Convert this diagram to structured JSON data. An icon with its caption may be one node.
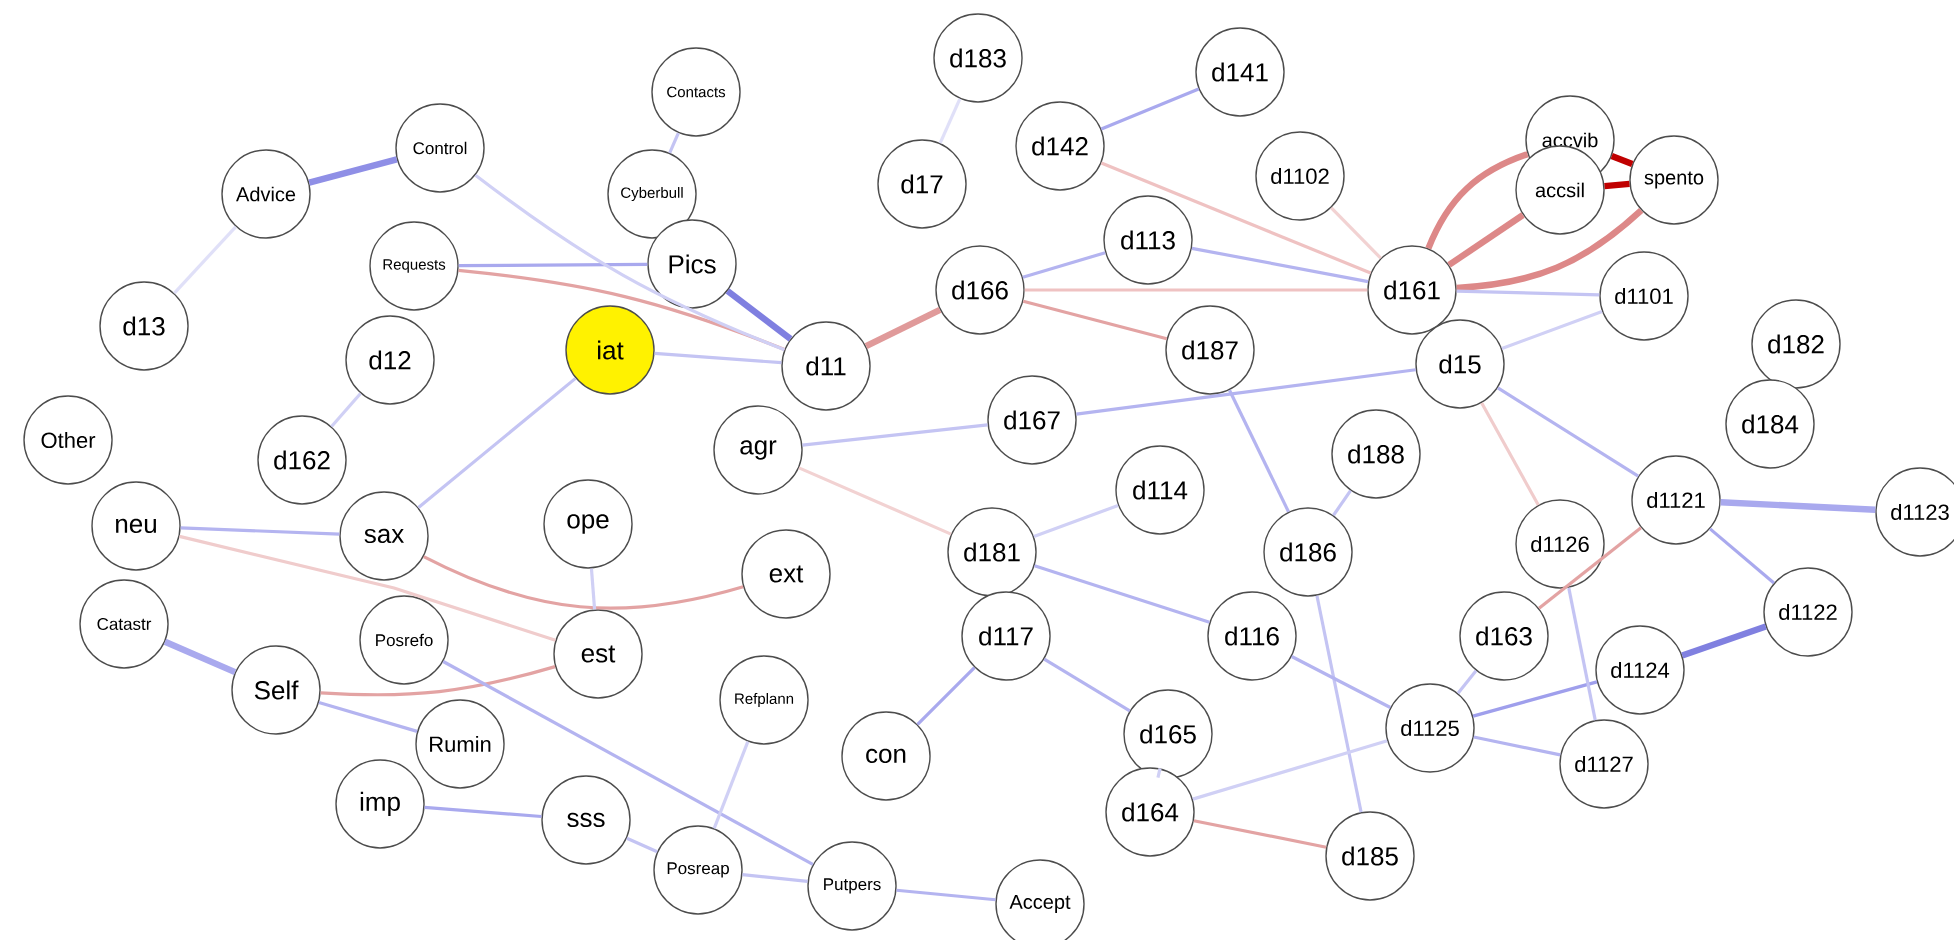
{
  "diagram": {
    "nodes": [
      {
        "text": [
          "Advice"
        ]
      },
      {
        "text": [
          "Control"
        ]
      },
      {
        "text": [
          "Contacts"
        ]
      },
      {
        "text": [
          "Cyberbull"
        ]
      },
      {
        "text": [
          "Requests"
        ]
      },
      {
        "text": [
          "Pics"
        ]
      },
      {
        "text": [
          "iat"
        ]
      },
      {
        "text": [
          "d11"
        ]
      },
      {
        "text": [
          "d13"
        ]
      },
      {
        "text": [
          "d12"
        ]
      },
      {
        "text": [
          "Other"
        ]
      },
      {
        "text": [
          "d162"
        ]
      },
      {
        "text": [
          "agr"
        ]
      },
      {
        "text": [
          "neu"
        ]
      },
      {
        "text": [
          "sax"
        ]
      },
      {
        "text": [
          "ope"
        ]
      },
      {
        "text": [
          "ext"
        ]
      },
      {
        "text": [
          "Catastr"
        ]
      },
      {
        "text": [
          "Posrefo"
        ]
      },
      {
        "text": [
          "est"
        ]
      },
      {
        "text": [
          "Self"
        ]
      },
      {
        "text": [
          "Refplann"
        ]
      },
      {
        "text": [
          "con"
        ]
      },
      {
        "text": [
          "Rumin"
        ]
      },
      {
        "text": [
          "imp"
        ]
      },
      {
        "text": [
          "sss"
        ]
      },
      {
        "text": [
          "Posreap"
        ]
      },
      {
        "text": [
          "Putpers"
        ]
      },
      {
        "text": [
          "Accept"
        ]
      },
      {
        "text": [
          "d183"
        ]
      },
      {
        "text": [
          "d141"
        ]
      },
      {
        "text": [
          "d142"
        ]
      },
      {
        "text": [
          "d17"
        ]
      },
      {
        "text": [
          "d1102"
        ]
      },
      {
        "text": [
          "d113"
        ]
      },
      {
        "text": [
          "d166"
        ]
      },
      {
        "text": [
          "d161"
        ]
      },
      {
        "text": [
          "accvib"
        ]
      },
      {
        "text": [
          "accsil"
        ]
      },
      {
        "text": [
          "spento"
        ]
      },
      {
        "text": [
          "d1101"
        ]
      },
      {
        "text": [
          "d187"
        ]
      },
      {
        "text": [
          "d15"
        ]
      },
      {
        "text": [
          "d182"
        ]
      },
      {
        "text": [
          "d167"
        ]
      },
      {
        "text": [
          "d188"
        ]
      },
      {
        "text": [
          "d184"
        ]
      },
      {
        "text": [
          "d114"
        ]
      },
      {
        "text": [
          "d1121"
        ]
      },
      {
        "text": [
          "d1123"
        ]
      },
      {
        "text": [
          "d181"
        ]
      },
      {
        "text": [
          "d186"
        ]
      },
      {
        "text": [
          "d1126"
        ]
      },
      {
        "text": [
          "d117"
        ]
      },
      {
        "text": [
          "d116"
        ]
      },
      {
        "text": [
          "d163"
        ]
      },
      {
        "text": [
          "d1122"
        ]
      },
      {
        "text": [
          "d1124"
        ]
      },
      {
        "text": [
          "d165"
        ]
      },
      {
        "text": [
          "d1125"
        ]
      },
      {
        "text": [
          "d1127"
        ]
      },
      {
        "text": [
          "d164"
        ]
      },
      {
        "text": [
          "d185"
        ]
      }
    ],
    "edges": [
      {
        "from": 0,
        "to": 1,
        "arrow": "none",
        "style": "thick",
        "color": "#8f8fe6"
      },
      {
        "from": 4,
        "to": 5,
        "arrow": "none",
        "color": "#a9a9ee"
      },
      {
        "from": 5,
        "to": 7,
        "arrow": "none",
        "style": "thick",
        "color": "#7f7fe0"
      },
      {
        "from": 4,
        "to": 7,
        "arrow": "none",
        "color": "#e3a3a3"
      },
      {
        "from": 6,
        "to": 7,
        "arrow": "none",
        "color": "#c4c4f3"
      },
      {
        "from": 2,
        "to": 3,
        "arrow": "none",
        "color": "#c4c4f3"
      },
      {
        "from": 1,
        "to": 7,
        "arrow": "none",
        "color": "#d0d0f5"
      },
      {
        "from": 7,
        "to": 35,
        "arrow": "none",
        "style": "thick",
        "color": "#e09a9a"
      },
      {
        "from": 35,
        "to": 36,
        "arrow": "none",
        "color": "#efc2c2"
      },
      {
        "from": 31,
        "to": 30,
        "arrow": "none",
        "color": "#a9a9ee"
      },
      {
        "from": 34,
        "to": 36,
        "arrow": "none",
        "color": "#b4b4f0"
      },
      {
        "from": 35,
        "to": 34,
        "arrow": "none",
        "color": "#b4b4f0"
      },
      {
        "from": 35,
        "to": 41,
        "arrow": "none",
        "color": "#e3a3a3"
      },
      {
        "from": 31,
        "to": 36,
        "arrow": "none",
        "color": "#efc2c2"
      },
      {
        "from": 36,
        "to": 37,
        "arrow": "none",
        "style": "thick",
        "color": "#dd8888"
      },
      {
        "from": 36,
        "to": 38,
        "arrow": "none",
        "style": "thick",
        "color": "#dd8888"
      },
      {
        "from": 36,
        "to": 39,
        "arrow": "none",
        "style": "thick",
        "color": "#dd8888"
      },
      {
        "from": 37,
        "to": 39,
        "arrow": "none",
        "style": "thick",
        "color": "#c00000"
      },
      {
        "from": 38,
        "to": 39,
        "arrow": "none",
        "style": "thick",
        "color": "#c00000"
      },
      {
        "from": 36,
        "to": 40,
        "arrow": "none",
        "color": "#c4c4f3"
      },
      {
        "from": 44,
        "to": 42,
        "arrow": "none",
        "color": "#b4b4f0"
      },
      {
        "from": 42,
        "to": 48,
        "arrow": "none",
        "color": "#b4b4f0"
      },
      {
        "from": 42,
        "to": 40,
        "arrow": "none",
        "color": "#d0d0f5"
      },
      {
        "from": 48,
        "to": 49,
        "arrow": "none",
        "style": "thick",
        "color": "#a9a9ee"
      },
      {
        "from": 48,
        "to": 56,
        "arrow": "none",
        "color": "#a9a9ee"
      },
      {
        "from": 56,
        "to": 57,
        "arrow": "none",
        "style": "thick",
        "color": "#8080e0"
      },
      {
        "from": 57,
        "to": 59,
        "arrow": "none",
        "color": "#9f9fec"
      },
      {
        "from": 59,
        "to": 60,
        "arrow": "none",
        "color": "#b4b4f0"
      },
      {
        "from": 48,
        "to": 55,
        "arrow": "none",
        "color": "#e3a3a3"
      },
      {
        "from": 52,
        "to": 60,
        "arrow": "none",
        "color": "#c4c4f3"
      },
      {
        "from": 51,
        "to": 62,
        "arrow": "none",
        "color": "#c4c4f3"
      },
      {
        "from": 45,
        "to": 51,
        "arrow": "none",
        "color": "#c4c4f3"
      },
      {
        "from": 41,
        "to": 51,
        "arrow": "none",
        "color": "#b4b4f0"
      },
      {
        "from": 53,
        "to": 22,
        "arrow": "none",
        "color": "#a9a9ee"
      },
      {
        "from": 50,
        "to": 54,
        "arrow": "none",
        "color": "#b4b4f0"
      },
      {
        "from": 53,
        "to": 58,
        "arrow": "none",
        "color": "#b4b4f0"
      },
      {
        "from": 61,
        "to": 62,
        "arrow": "none",
        "color": "#e3a3a3"
      },
      {
        "from": 54,
        "to": 59,
        "arrow": "none",
        "color": "#b4b4f0"
      },
      {
        "from": 61,
        "to": 59,
        "arrow": "none",
        "color": "#d0d0f5"
      },
      {
        "from": 12,
        "to": 44,
        "arrow": "none",
        "color": "#c4c4f3"
      },
      {
        "from": 13,
        "to": 14,
        "arrow": "none",
        "color": "#b4b4f0"
      },
      {
        "from": 17,
        "to": 20,
        "arrow": "none",
        "style": "thick",
        "color": "#a9a9ee"
      },
      {
        "from": 20,
        "to": 19,
        "arrow": "none",
        "color": "#e3a3a3"
      },
      {
        "from": 20,
        "to": 23,
        "arrow": "none",
        "color": "#b4b4f0"
      },
      {
        "from": 24,
        "to": 25,
        "arrow": "none",
        "color": "#a9a9ee"
      },
      {
        "from": 25,
        "to": 26,
        "arrow": "none",
        "color": "#c4c4f3"
      },
      {
        "from": 26,
        "to": 27,
        "arrow": "none",
        "color": "#c4c4f3"
      },
      {
        "from": 27,
        "to": 28,
        "arrow": "none",
        "color": "#b4b4f0"
      },
      {
        "from": 18,
        "to": 27,
        "arrow": "none",
        "color": "#b4b4f0"
      },
      {
        "from": 14,
        "to": 16,
        "arrow": "none",
        "color": "#e3a3a3"
      },
      {
        "from": 15,
        "to": 19,
        "arrow": "none",
        "color": "#d0d0f5"
      },
      {
        "from": 21,
        "to": 26,
        "arrow": "none",
        "color": "#d0d0f5"
      },
      {
        "from": 6,
        "to": 14,
        "arrow": "none",
        "color": "#c4c4f3"
      },
      {
        "from": 9,
        "to": 11,
        "arrow": "none",
        "color": "#d0d0f5"
      },
      {
        "from": 13,
        "to": 19,
        "arrow": "none",
        "color": "#f0cccc"
      },
      {
        "from": 0,
        "to": 8,
        "arrow": "none",
        "color": "#e0e0f8"
      },
      {
        "from": 12,
        "to": 50,
        "arrow": "none",
        "color": "#f2d2d2"
      },
      {
        "from": 47,
        "to": 50,
        "arrow": "none",
        "color": "#d0d0f5"
      },
      {
        "from": 32,
        "to": 29,
        "arrow": "none",
        "color": "#e0e0f8"
      },
      {
        "from": 33,
        "to": 36,
        "arrow": "none",
        "color": "#f2d2d2"
      },
      {
        "from": 42,
        "to": 52,
        "arrow": "none",
        "color": "#f0cccc"
      },
      {
        "from": 55,
        "to": 59,
        "arrow": "none",
        "color": "#c4c4f3"
      },
      {
        "from": 58,
        "to": 61,
        "arrow": "none",
        "color": "#d0d0f5"
      }
    ]
  }
}
